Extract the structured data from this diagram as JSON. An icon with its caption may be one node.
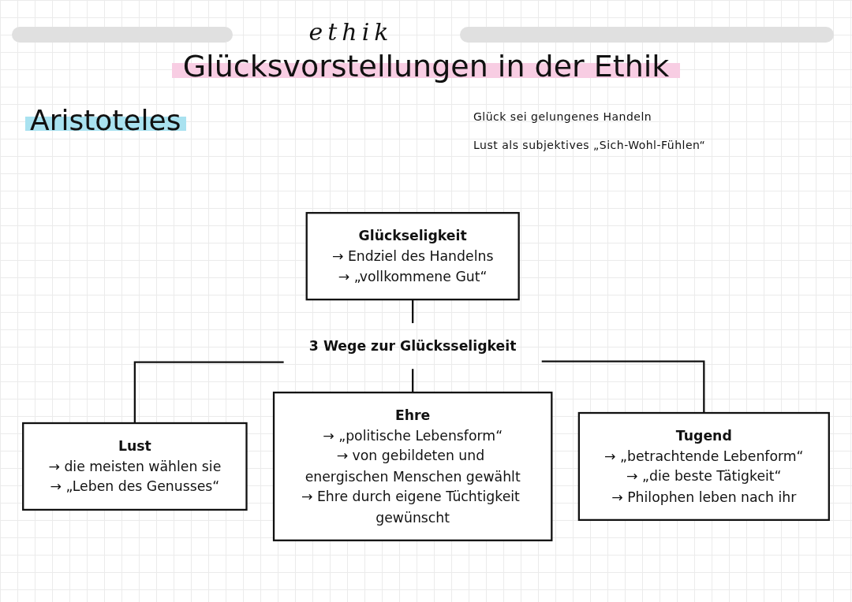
{
  "diagram": {
    "title": "Glücksvorstellungen in der Ethik",
    "nodes": [
      {
        "text": [
          "Glückseligkeit",
          "→ Endziel des Handelns",
          "→ „vollkommene Gut“"
        ]
      },
      {
        "text": [
          "3 Wege zur Glücksseligkeit"
        ]
      },
      {
        "text": [
          "Lust",
          "→ die meisten wählen sie",
          "→ „Leben des Genusses“"
        ]
      },
      {
        "text": [
          "Ehre",
          "→ „politische Lebensform“",
          "→ von gebildeten und energischen Menschen gewählt",
          "→ Ehre durch eigene Tüchtigkeit gewünscht"
        ]
      },
      {
        "text": [
          "Tugend",
          "→ „betrachtende Lebenform“",
          "→ „die beste Tätigkeit“",
          "→ Philophen leben nach ihr"
        ]
      }
    ],
    "edges": [
      {
        "from": 0,
        "to": 1,
        "arrow": "none"
      },
      {
        "from": 1,
        "to": 2,
        "arrow": "none"
      },
      {
        "from": 1,
        "to": 3,
        "arrow": "none"
      },
      {
        "from": 1,
        "to": 4,
        "arrow": "none"
      }
    ],
    "labels": [
      "ethik",
      "Aristoteles",
      "Glück sei gelungenes Handeln",
      "Lust als subjektives „Sich-Wohl-Fühlen“"
    ]
  }
}
